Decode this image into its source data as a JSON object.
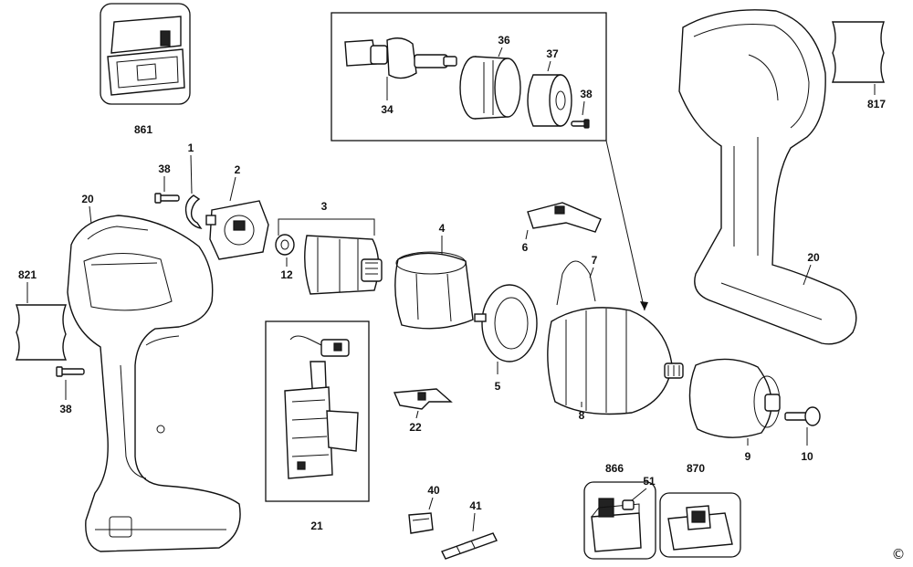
{
  "callouts": {
    "c861": "861",
    "c1": "1",
    "c2": "2",
    "c38a": "38",
    "c20a": "20",
    "c3": "3",
    "c12": "12",
    "c34": "34",
    "c36": "36",
    "c37": "37",
    "c38b": "38",
    "c4": "4",
    "c6": "6",
    "c7": "7",
    "c817": "817",
    "c20b": "20",
    "c821": "821",
    "c38c": "38",
    "c5": "5",
    "c8": "8",
    "c22": "22",
    "c9": "9",
    "c10": "10",
    "c21": "21",
    "c866": "866",
    "c51": "51",
    "c870": "870",
    "c40": "40",
    "c41": "41"
  },
  "copyright_symbol": "©"
}
